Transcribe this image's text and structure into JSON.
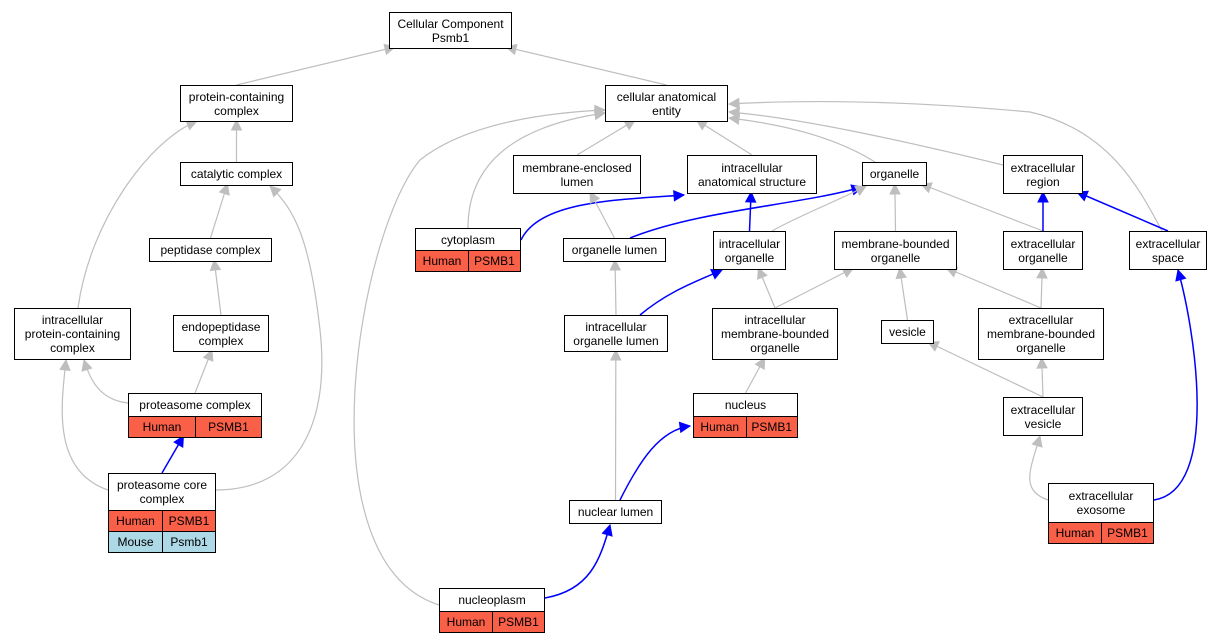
{
  "colors": {
    "human_fill": "#FA5F48",
    "mouse_fill": "#ADD8E6",
    "edge_is_a": "#BEBEBE",
    "edge_part_of": "#0000FF",
    "node_border": "#000000"
  },
  "nodes": {
    "cellular_component": {
      "label": "Cellular Component\nPsmb1"
    },
    "protein_containing_complex": {
      "label": "protein-containing\ncomplex"
    },
    "cellular_anatomical_entity": {
      "label": "cellular anatomical\nentity"
    },
    "catalytic_complex": {
      "label": "catalytic complex"
    },
    "membrane_enclosed_lumen": {
      "label": "membrane-enclosed\nlumen"
    },
    "intracellular_anatomical_structure": {
      "label": "intracellular\nanatomical structure"
    },
    "organelle": {
      "label": "organelle"
    },
    "extracellular_region": {
      "label": "extracellular\nregion"
    },
    "peptidase_complex": {
      "label": "peptidase complex"
    },
    "cytoplasm": {
      "label": "cytoplasm",
      "rows": [
        [
          "Human",
          "PSMB1"
        ]
      ]
    },
    "organelle_lumen": {
      "label": "organelle lumen"
    },
    "intracellular_organelle": {
      "label": "intracellular\norganelle"
    },
    "membrane_bounded_organelle": {
      "label": "membrane-bounded\norganelle"
    },
    "extracellular_organelle": {
      "label": "extracellular\norganelle"
    },
    "extracellular_space": {
      "label": "extracellular\nspace"
    },
    "intracellular_protein_containing_complex": {
      "label": "intracellular\nprotein-containing\ncomplex"
    },
    "endopeptidase_complex": {
      "label": "endopeptidase\ncomplex"
    },
    "intracellular_organelle_lumen": {
      "label": "intracellular\norganelle lumen"
    },
    "intracellular_membrane_bounded_organelle": {
      "label": "intracellular\nmembrane-bounded\norganelle"
    },
    "vesicle": {
      "label": "vesicle"
    },
    "extracellular_membrane_bounded_organelle": {
      "label": "extracellular\nmembrane-bounded\norganelle"
    },
    "proteasome_complex": {
      "label": "proteasome complex",
      "rows": [
        [
          "Human",
          "PSMB1"
        ]
      ]
    },
    "nucleus": {
      "label": "nucleus",
      "rows": [
        [
          "Human",
          "PSMB1"
        ]
      ]
    },
    "extracellular_vesicle": {
      "label": "extracellular\nvesicle"
    },
    "proteasome_core_complex": {
      "label": "proteasome core\ncomplex",
      "rows": [
        [
          "Human",
          "PSMB1"
        ],
        [
          "Mouse",
          "Psmb1"
        ]
      ]
    },
    "extracellular_exosome": {
      "label": "extracellular\nexosome",
      "rows": [
        [
          "Human",
          "PSMB1"
        ]
      ]
    },
    "nuclear_lumen": {
      "label": "nuclear lumen"
    },
    "nucleoplasm": {
      "label": "nucleoplasm",
      "rows": [
        [
          "Human",
          "PSMB1"
        ]
      ]
    }
  },
  "edges": [
    {
      "from": "protein_containing_complex",
      "to": "cellular_component",
      "type": "is_a"
    },
    {
      "from": "cellular_anatomical_entity",
      "to": "cellular_component",
      "type": "is_a"
    },
    {
      "from": "catalytic_complex",
      "to": "protein_containing_complex",
      "type": "is_a"
    },
    {
      "from": "intracellular_protein_containing_complex",
      "to": "protein_containing_complex",
      "type": "is_a"
    },
    {
      "from": "peptidase_complex",
      "to": "catalytic_complex",
      "type": "is_a"
    },
    {
      "from": "proteasome_core_complex",
      "to": "catalytic_complex",
      "type": "is_a"
    },
    {
      "from": "endopeptidase_complex",
      "to": "peptidase_complex",
      "type": "is_a"
    },
    {
      "from": "proteasome_complex",
      "to": "endopeptidase_complex",
      "type": "is_a"
    },
    {
      "from": "proteasome_complex",
      "to": "intracellular_protein_containing_complex",
      "type": "is_a"
    },
    {
      "from": "proteasome_core_complex",
      "to": "intracellular_protein_containing_complex",
      "type": "is_a"
    },
    {
      "from": "proteasome_core_complex",
      "to": "proteasome_complex",
      "type": "part_of"
    },
    {
      "from": "membrane_enclosed_lumen",
      "to": "cellular_anatomical_entity",
      "type": "is_a"
    },
    {
      "from": "intracellular_anatomical_structure",
      "to": "cellular_anatomical_entity",
      "type": "is_a"
    },
    {
      "from": "organelle",
      "to": "cellular_anatomical_entity",
      "type": "is_a"
    },
    {
      "from": "extracellular_region",
      "to": "cellular_anatomical_entity",
      "type": "is_a"
    },
    {
      "from": "extracellular_space",
      "to": "cellular_anatomical_entity",
      "type": "is_a"
    },
    {
      "from": "cytoplasm",
      "to": "cellular_anatomical_entity",
      "type": "is_a"
    },
    {
      "from": "nucleoplasm",
      "to": "cellular_anatomical_entity",
      "type": "is_a"
    },
    {
      "from": "cytoplasm",
      "to": "intracellular_anatomical_structure",
      "type": "part_of"
    },
    {
      "from": "organelle_lumen",
      "to": "membrane_enclosed_lumen",
      "type": "is_a"
    },
    {
      "from": "organelle_lumen",
      "to": "organelle",
      "type": "part_of"
    },
    {
      "from": "intracellular_organelle",
      "to": "organelle",
      "type": "is_a"
    },
    {
      "from": "intracellular_organelle",
      "to": "intracellular_anatomical_structure",
      "type": "part_of"
    },
    {
      "from": "membrane_bounded_organelle",
      "to": "organelle",
      "type": "is_a"
    },
    {
      "from": "extracellular_organelle",
      "to": "organelle",
      "type": "is_a"
    },
    {
      "from": "extracellular_organelle",
      "to": "extracellular_region",
      "type": "part_of"
    },
    {
      "from": "extracellular_space",
      "to": "extracellular_region",
      "type": "part_of"
    },
    {
      "from": "intracellular_organelle_lumen",
      "to": "organelle_lumen",
      "type": "is_a"
    },
    {
      "from": "intracellular_organelle_lumen",
      "to": "intracellular_organelle",
      "type": "part_of"
    },
    {
      "from": "intracellular_membrane_bounded_organelle",
      "to": "intracellular_organelle",
      "type": "is_a"
    },
    {
      "from": "intracellular_membrane_bounded_organelle",
      "to": "membrane_bounded_organelle",
      "type": "is_a"
    },
    {
      "from": "vesicle",
      "to": "membrane_bounded_organelle",
      "type": "is_a"
    },
    {
      "from": "extracellular_membrane_bounded_organelle",
      "to": "membrane_bounded_organelle",
      "type": "is_a"
    },
    {
      "from": "extracellular_membrane_bounded_organelle",
      "to": "extracellular_organelle",
      "type": "is_a"
    },
    {
      "from": "nucleus",
      "to": "intracellular_membrane_bounded_organelle",
      "type": "is_a"
    },
    {
      "from": "extracellular_vesicle",
      "to": "vesicle",
      "type": "is_a"
    },
    {
      "from": "extracellular_vesicle",
      "to": "extracellular_membrane_bounded_organelle",
      "type": "is_a"
    },
    {
      "from": "extracellular_exosome",
      "to": "extracellular_vesicle",
      "type": "is_a"
    },
    {
      "from": "extracellular_exosome",
      "to": "extracellular_space",
      "type": "part_of"
    },
    {
      "from": "nuclear_lumen",
      "to": "intracellular_organelle_lumen",
      "type": "is_a"
    },
    {
      "from": "nuclear_lumen",
      "to": "nucleus",
      "type": "part_of"
    },
    {
      "from": "nucleoplasm",
      "to": "nuclear_lumen",
      "type": "part_of"
    }
  ]
}
